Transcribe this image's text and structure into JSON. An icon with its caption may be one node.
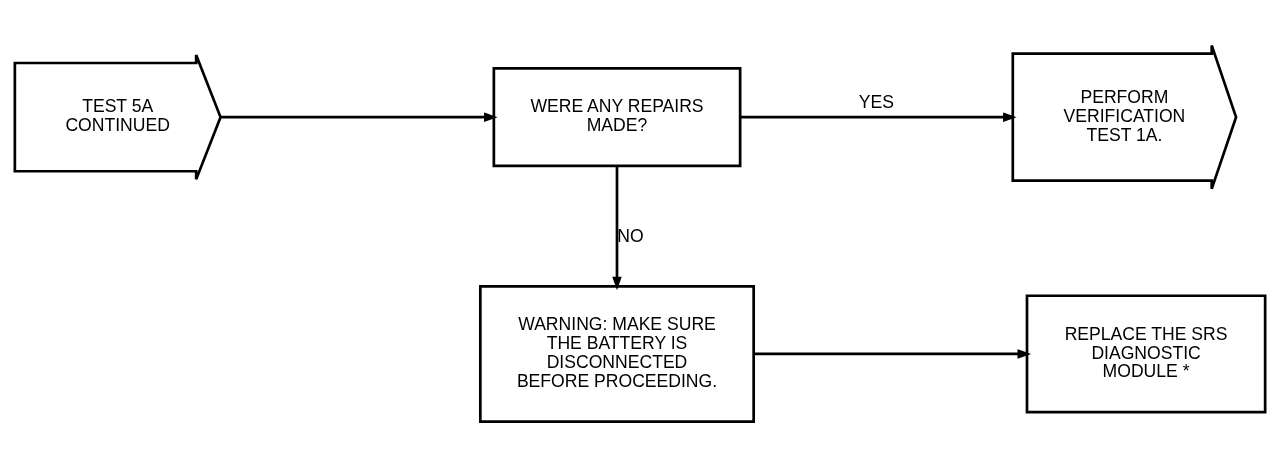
{
  "diagram": {
    "nodes": [
      {
        "text": [
          "TEST 5A CONTINUED"
        ]
      },
      {
        "text": [
          "WERE ANY REPAIRS MADE?"
        ]
      },
      {
        "text": [
          "PERFORM VERIFICATION TEST 1A."
        ]
      },
      {
        "text": [
          "WARNING: MAKE SURE THE BATTERY IS DISCONNECTED BEFORE PROCEEDING."
        ]
      },
      {
        "text": [
          "REPLACE THE SRS DIAGNOSTIC MODULE *"
        ]
      }
    ],
    "edges": [
      {
        "from": 0,
        "to": 1,
        "arrow": "to"
      },
      {
        "from": 1,
        "to": 2,
        "arrow": "to",
        "label": "YES"
      },
      {
        "from": 1,
        "to": 3,
        "arrow": "to",
        "label": "NO"
      },
      {
        "from": 3,
        "to": 4,
        "arrow": "to"
      }
    ]
  }
}
